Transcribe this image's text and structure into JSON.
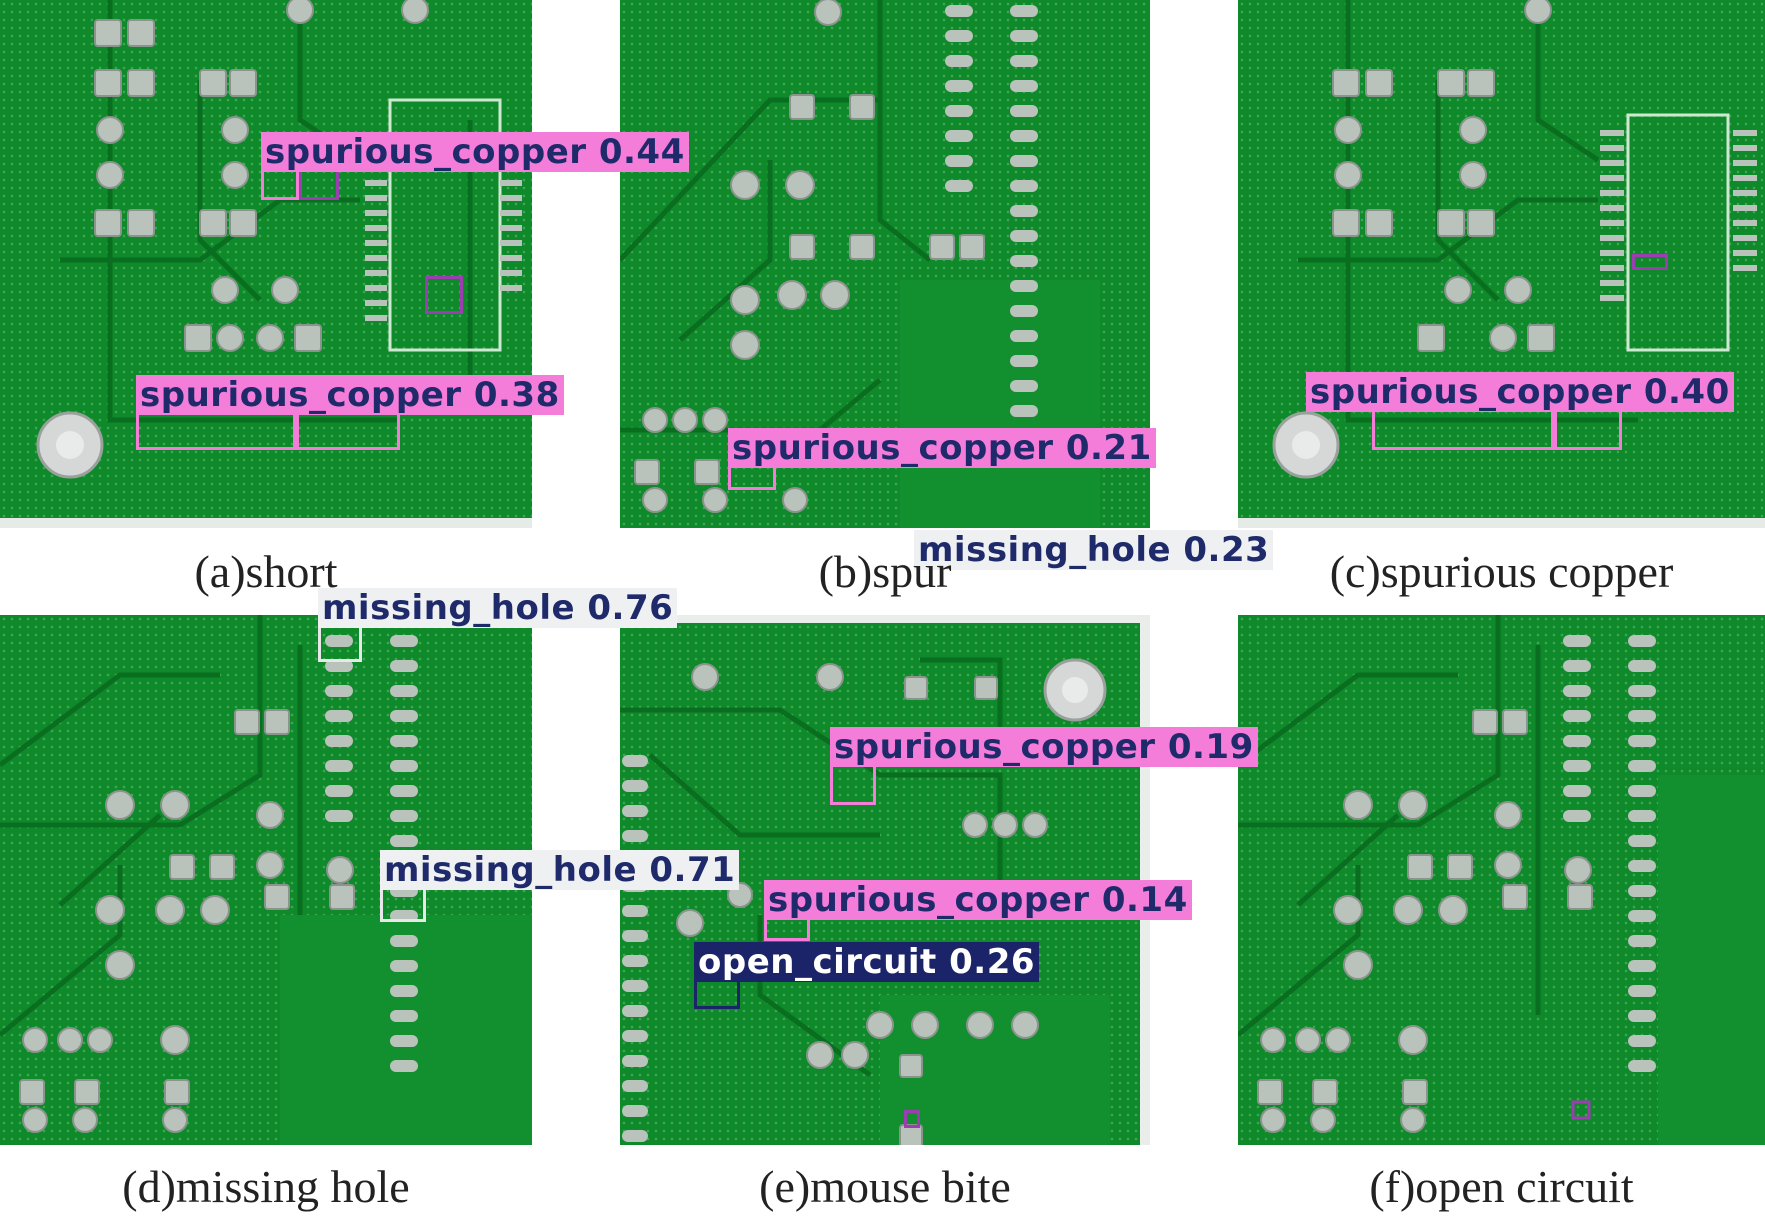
{
  "panels": [
    {
      "caption": "(a)short"
    },
    {
      "caption": "(b)spur"
    },
    {
      "caption": "(c)spurious copper"
    },
    {
      "caption": "(d)missing hole"
    },
    {
      "caption": "(e)mouse bite"
    },
    {
      "caption": "(f)open circuit"
    }
  ],
  "detections": {
    "a1": "spurious_copper 0.44",
    "a2": "spurious_copper 0.38",
    "b1": "spurious_copper 0.21",
    "b2": "missing_hole 0.23",
    "c1": "spurious_copper 0.40",
    "d1": "missing_hole 0.76",
    "d2": "missing_hole 0.71",
    "e1": "spurious_copper 0.19",
    "e2": "spurious_copper 0.14",
    "e3": "open_circuit 0.26"
  },
  "colors": {
    "board": "#0f8a2a",
    "spurious_copper": "#f47dd9",
    "missing_hole": "#eef0f2",
    "open_circuit": "#1b2468"
  }
}
